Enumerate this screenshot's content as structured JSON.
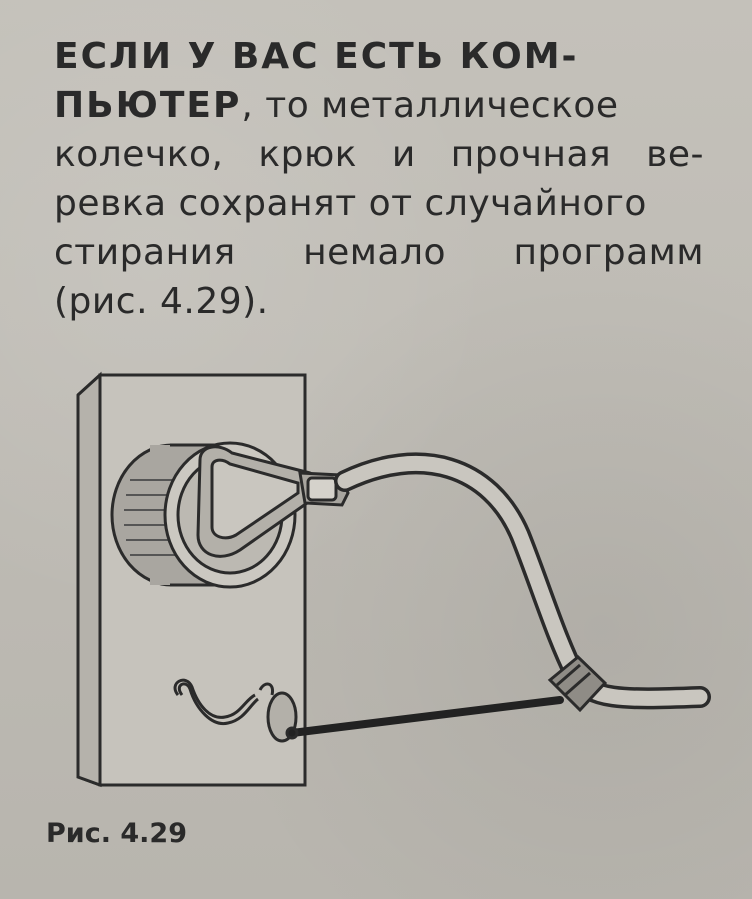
{
  "text": {
    "line1": "ЕСЛИ У ВАС ЕСТЬ КОМ-",
    "line2_caps": "ПЬЮТЕР",
    "line2_rest": ", то металлическое",
    "line3_a": "колечко,",
    "line3_b": "крюк",
    "line3_c": "и",
    "line3_d": "прочная",
    "line3_e": "ве-",
    "line4": "ревка сохранят от случайного",
    "line5_a": "стирания",
    "line5_b": "немало",
    "line5_c": "программ",
    "line6": "(рис. 4.29)."
  },
  "caption": "Рис. 4.29",
  "colors": {
    "paper": "#bdbab3",
    "ink": "#2a2a2a"
  }
}
